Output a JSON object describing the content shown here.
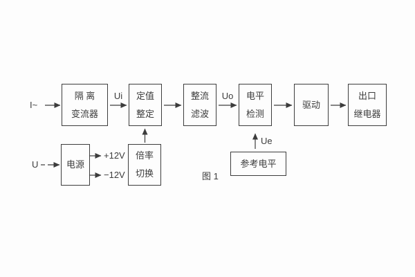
{
  "figure_caption": "图 1",
  "colors": {
    "line": "#3c3c3c",
    "background": "#fdfdfd"
  },
  "inputs": {
    "current": "I~",
    "voltage": "U"
  },
  "signal_labels": {
    "ui": "Ui",
    "uo": "Uo",
    "ue": "Ue",
    "plus_12v": "+12V",
    "minus_12v": "−12V"
  },
  "blocks": {
    "isolation_transformer": {
      "line1": "隔 离",
      "line2": "变流器"
    },
    "setting_adjust": {
      "line1": "定值",
      "line2": "整定"
    },
    "rectify_filter": {
      "line1": "整流",
      "line2": "滤波"
    },
    "level_detect": {
      "line1": "电平",
      "line2": "检测"
    },
    "drive": {
      "line1": "驱动"
    },
    "output_relay": {
      "line1": "出口",
      "line2": "继电器"
    },
    "power_supply": {
      "line1": "电源"
    },
    "ratio_switch": {
      "line1": "倍率",
      "line2": "切换"
    },
    "reference_level": {
      "line1": "参考电平"
    }
  }
}
